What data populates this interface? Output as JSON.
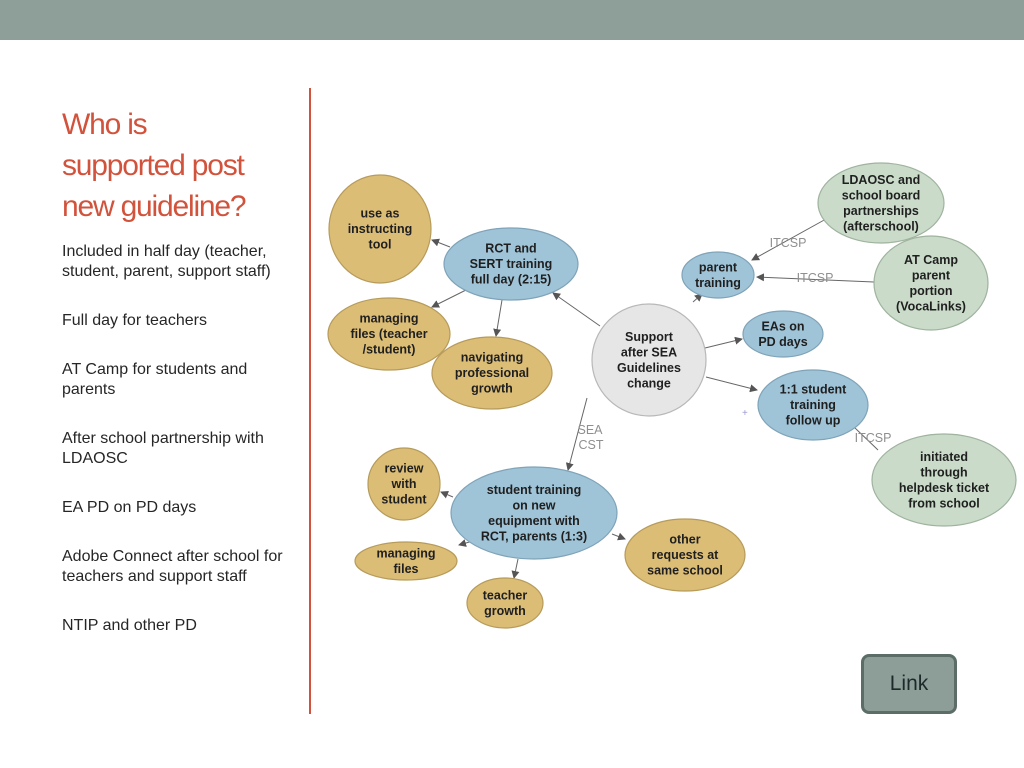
{
  "slide": {
    "title_lines": [
      "Who is",
      "supported post",
      "new guideline?"
    ],
    "bullets": [
      "Included in half day (teacher, student, parent, support staff)",
      "Full day for teachers",
      "AT Camp for students and parents",
      "After school partnership with LDAOSC",
      "EA PD on PD days",
      "Adobe Connect after school for teachers and support staff",
      "NTIP and other  PD"
    ],
    "link_label": "Link"
  },
  "colors": {
    "accent": "#d2533c",
    "top_bar": "#8e9e98",
    "tan_node": "#dcbd76",
    "blue_node": "#9fc3d7",
    "green_node": "#cadbc9",
    "center_node": "#e6e6e6"
  },
  "diagram": {
    "nodes": [
      {
        "id": "center",
        "lines": [
          "Support",
          "after SEA",
          "Guidelines",
          "change"
        ],
        "color": "center"
      },
      {
        "id": "rct",
        "lines": [
          "RCT and",
          "SERT training",
          "full day (2:15)"
        ],
        "color": "blue"
      },
      {
        "id": "instructing",
        "lines": [
          "use as",
          "instructing",
          "tool"
        ],
        "color": "tan"
      },
      {
        "id": "managing-files-teacher",
        "lines": [
          "managing",
          "files (teacher",
          "/student)"
        ],
        "color": "tan"
      },
      {
        "id": "navigating",
        "lines": [
          "navigating",
          "professional",
          "growth"
        ],
        "color": "tan"
      },
      {
        "id": "parent-training",
        "lines": [
          "parent",
          "training"
        ],
        "color": "blue"
      },
      {
        "id": "ldaosc",
        "lines": [
          "LDAOSC and",
          "school board",
          "partnerships",
          "(afterschool)"
        ],
        "color": "green"
      },
      {
        "id": "at-camp",
        "lines": [
          "AT Camp",
          "parent",
          "portion",
          "(VocaLinks)"
        ],
        "color": "green"
      },
      {
        "id": "eas",
        "lines": [
          "EAs on",
          "PD days"
        ],
        "color": "blue"
      },
      {
        "id": "one-to-one",
        "lines": [
          "1:1 student",
          "training",
          "follow up"
        ],
        "color": "blue"
      },
      {
        "id": "helpdesk",
        "lines": [
          "initiated",
          "through",
          "helpdesk ticket",
          "from school"
        ],
        "color": "green"
      },
      {
        "id": "student-training",
        "lines": [
          "student training",
          "on new",
          "equipment with",
          "RCT, parents (1:3)"
        ],
        "color": "blue"
      },
      {
        "id": "review",
        "lines": [
          "review",
          "with",
          "student"
        ],
        "color": "tan"
      },
      {
        "id": "managing-files",
        "lines": [
          "managing",
          "files"
        ],
        "color": "tan"
      },
      {
        "id": "teacher-growth",
        "lines": [
          "teacher",
          "growth"
        ],
        "color": "tan"
      },
      {
        "id": "other-requests",
        "lines": [
          "other",
          "requests at",
          "same school"
        ],
        "color": "tan"
      }
    ],
    "edge_labels": [
      {
        "id": "itcsp-ldaosc",
        "lines": [
          "ITCSP"
        ]
      },
      {
        "id": "itcsp-atcamp",
        "lines": [
          "ITCSP"
        ]
      },
      {
        "id": "itcsp-helpdesk",
        "lines": [
          "ITCSP"
        ]
      },
      {
        "id": "sea-cst",
        "lines": [
          "SEA",
          "CST"
        ]
      }
    ]
  }
}
